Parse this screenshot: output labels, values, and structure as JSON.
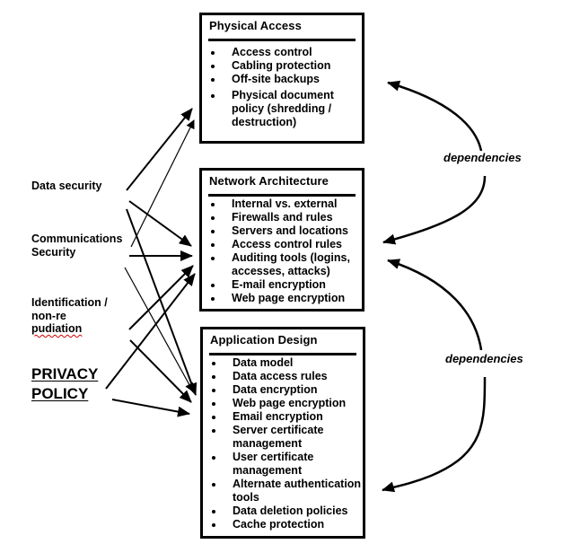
{
  "boxes": [
    {
      "id": "physical-access",
      "title": "Physical Access",
      "items": [
        "Access control",
        "Cabling protection",
        "Off-site backups",
        "Physical document policy (shredding / destruction)"
      ]
    },
    {
      "id": "network-architecture",
      "title": "Network Architecture",
      "items": [
        "Internal vs. external",
        "Firewalls and rules",
        "Servers and locations",
        "Access control rules",
        "Auditing tools (logins, accesses, attacks)",
        "E-mail encryption",
        "Web page encryption"
      ]
    },
    {
      "id": "application-design",
      "title": "Application Design",
      "items": [
        "Data model",
        "Data access rules",
        "Data encryption",
        "Web page encryption",
        "Email encryption",
        "Server certificate management",
        "User certificate management",
        "Alternate authentication tools",
        "Data deletion policies",
        "Cache protection"
      ]
    }
  ],
  "sources": {
    "data_security": "Data security",
    "communications_line1": "Communications",
    "communications_line2": "Security",
    "identification_line1": "Identification /",
    "identification_line2": "non-re",
    "identification_line3": "pudiation",
    "privacy_line1": "PRIVACY",
    "privacy_line2": "POLICY"
  },
  "dependencies": [
    "dependencies",
    "dependencies"
  ],
  "connections": [
    {
      "from": "Data security",
      "to": "Physical Access"
    },
    {
      "from": "Communications Security",
      "to": "Physical Access"
    },
    {
      "from": "Data security",
      "to": "Network Architecture"
    },
    {
      "from": "Communications Security",
      "to": "Network Architecture"
    },
    {
      "from": "Identification / non-repudiation",
      "to": "Network Architecture"
    },
    {
      "from": "PRIVACY POLICY",
      "to": "Network Architecture"
    },
    {
      "from": "Data security",
      "to": "Application Design"
    },
    {
      "from": "Communications Security",
      "to": "Application Design"
    },
    {
      "from": "Identification / non-repudiation",
      "to": "Application Design"
    },
    {
      "from": "PRIVACY POLICY",
      "to": "Application Design"
    }
  ]
}
